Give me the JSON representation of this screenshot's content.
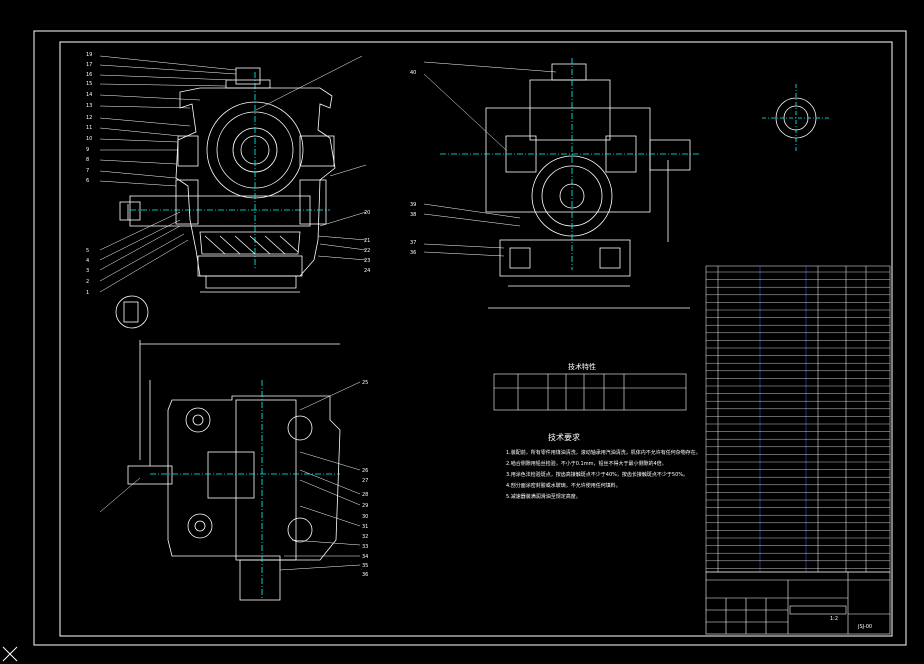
{
  "labels": {
    "left_view": [
      "19",
      "17",
      "16",
      "15",
      "14",
      "13",
      "12",
      "11",
      "10",
      "9",
      "8",
      "7",
      "6",
      "5",
      "4",
      "3",
      "2",
      "1"
    ],
    "right_view": [
      "40",
      "39",
      "38",
      "37",
      "36"
    ],
    "plan_view": [
      "25",
      "26",
      "27",
      "28",
      "29",
      "30",
      "31",
      "32",
      "33",
      "34",
      "35",
      "36"
    ],
    "front_right_side": [
      "20",
      "21",
      "22",
      "23",
      "24"
    ]
  },
  "table_title": "技术特性",
  "tech_req_title": "技术要求",
  "tech_req_lines": [
    "1.装配前，所有零件用煤油清洗，滚动轴承用汽油清洗，机体内不允许有任何杂物存在。",
    "2.啮合侧隙用铅丝检验，不小于0.1mm，铅丝不得大于最小侧隙的4倍。",
    "3.用涂色法检验斑点，按齿高接触斑点不少于40%，按齿长接触斑点不少于50%。",
    "4.剖分面涂密封胶或水玻璃，不允许使用任何填料。",
    "5.减速器装满润滑油至规定高度。"
  ],
  "drawing_no": "JSJ-00",
  "scale": "1:2",
  "colors": {
    "line": "#ffffff",
    "accent": "#00ffff",
    "bg": "#000000",
    "blue": "#4d6bff"
  }
}
